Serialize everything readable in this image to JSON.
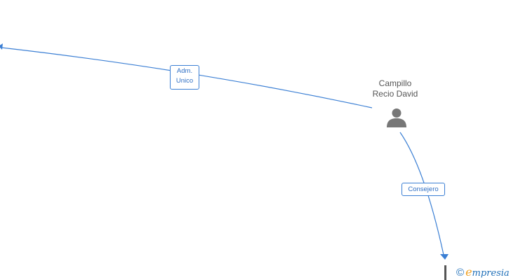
{
  "person": {
    "name_line1": "Campillo",
    "name_line2": "Recio David",
    "icon": "person-icon"
  },
  "edges": [
    {
      "label_line1": "Adm.",
      "label_line2": "Unico"
    },
    {
      "label": "Consejero"
    }
  ],
  "watermark": {
    "copyright": "©",
    "brand_initial": "e",
    "brand_rest": "mpresia"
  },
  "colors": {
    "edge": "#3b7fd4",
    "label_text": "#2f6fc4",
    "person_icon": "#777777",
    "brand_orange": "#f0a020",
    "brand_blue": "#1f6fb8"
  }
}
